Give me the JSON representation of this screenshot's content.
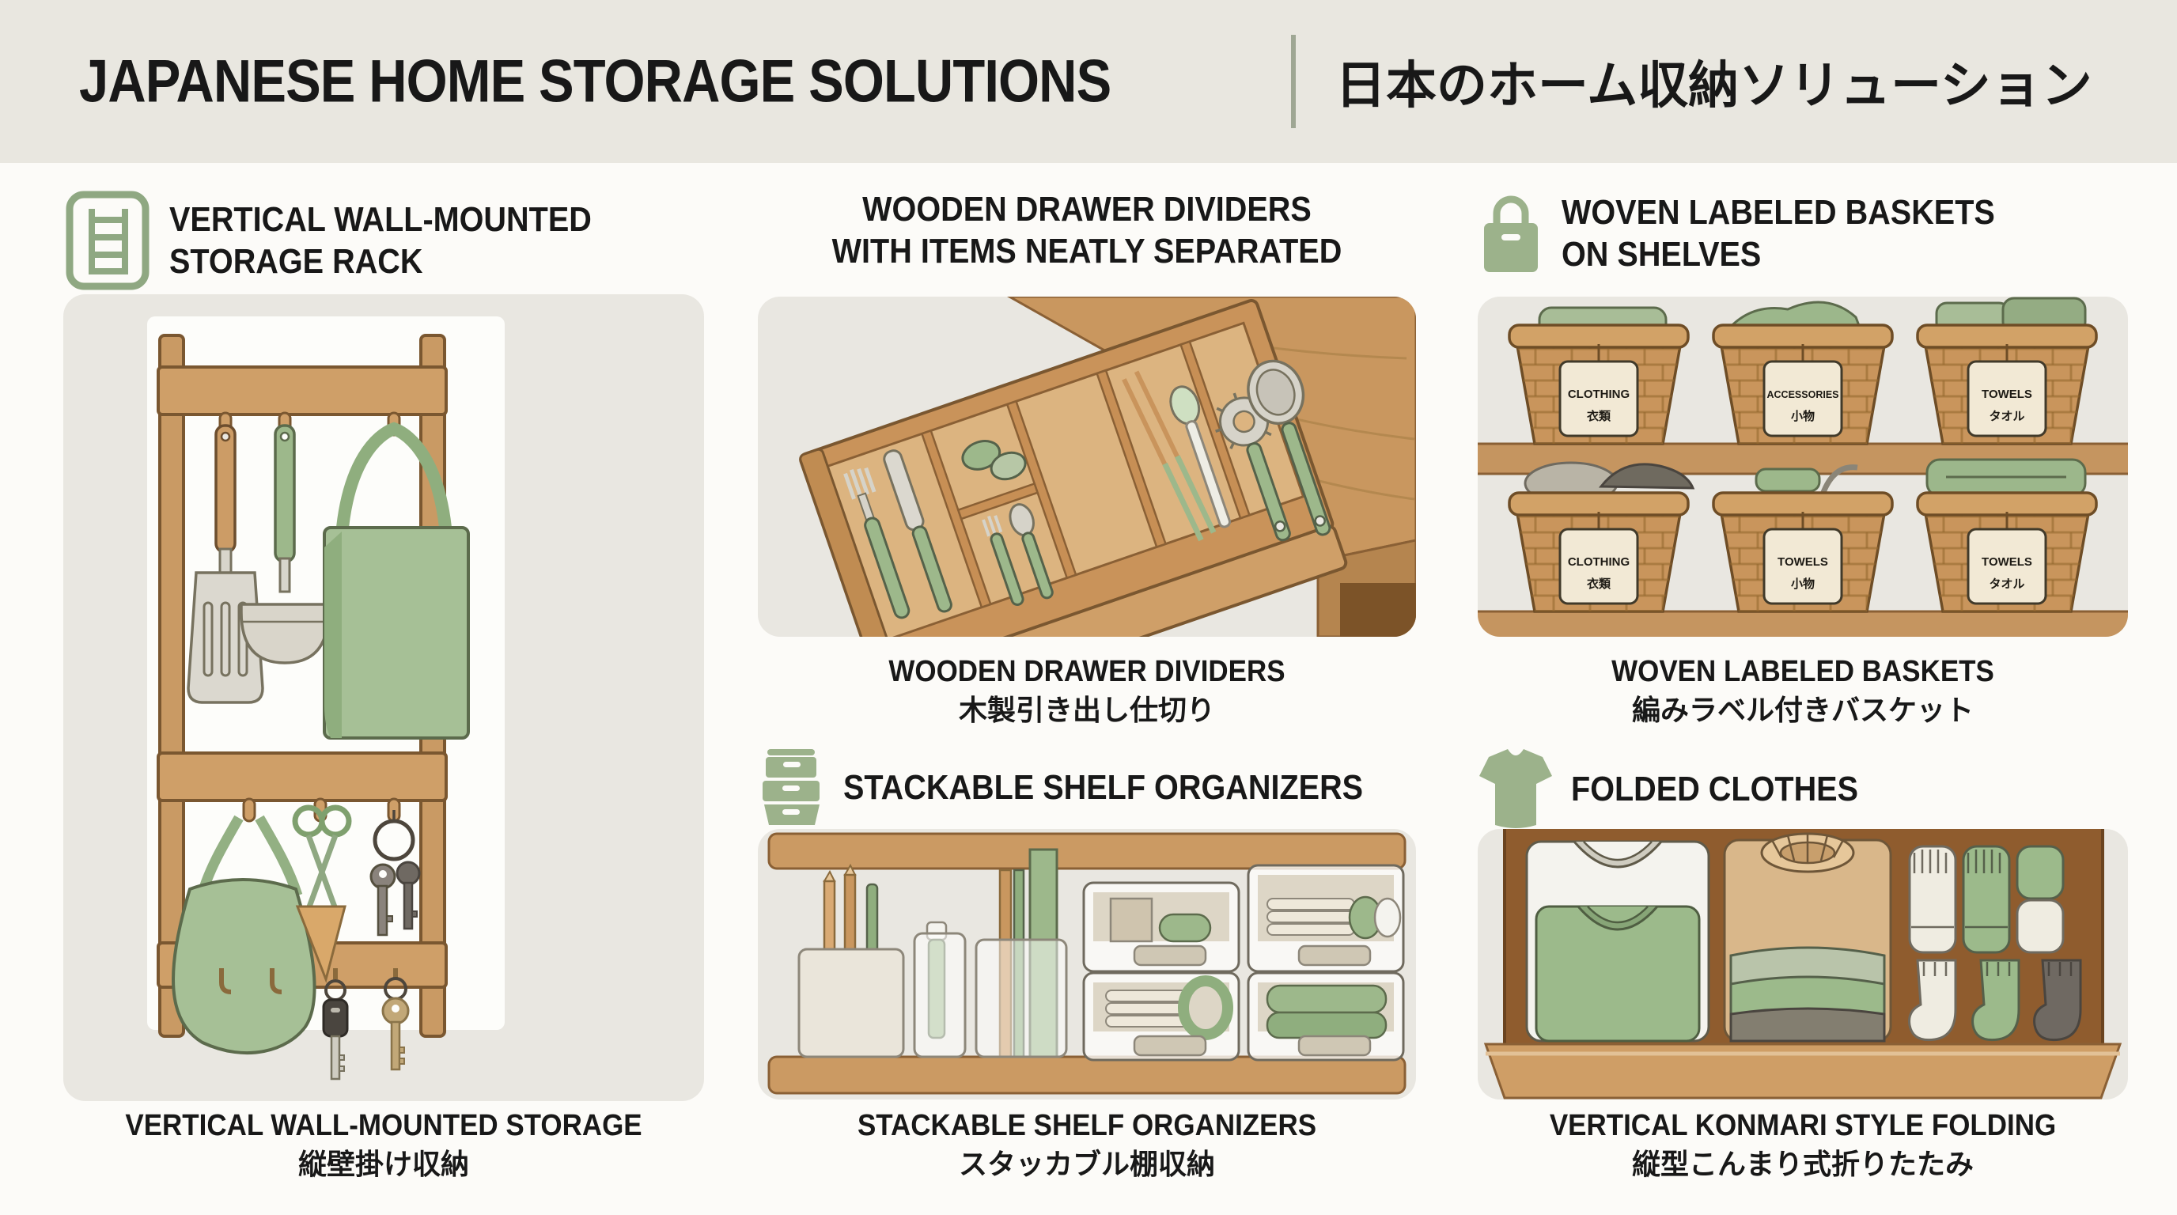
{
  "palette": {
    "page_bg": "#fcfbf8",
    "header_bg": "#e9e7e0",
    "card_bg": "#e9e7e1",
    "text": "#181818",
    "accent_green": "#9cb28b",
    "wood": "#c9975f",
    "wood_dark": "#8a5a2e",
    "label_cream": "#f2e9d5",
    "divider": "#9fa794"
  },
  "header": {
    "title_en": "JAPANESE HOME STORAGE SOLUTIONS",
    "title_ja": "日本のホーム収納ソリューション"
  },
  "sections": {
    "rack": {
      "icon": "ladder-icon",
      "heading1": "VERTICAL WALL-MOUNTED",
      "heading2": "STORAGE RACK",
      "caption_en": "VERTICAL WALL-MOUNTED STORAGE",
      "caption_ja": "縦壁掛け収納"
    },
    "drawer": {
      "heading1": "WOODEN DRAWER DIVIDERS",
      "heading2": "WITH ITEMS NEATLY SEPARATED",
      "caption_en": "WOODEN DRAWER DIVIDERS",
      "caption_ja": "木製引き出し仕切り"
    },
    "shelf": {
      "icon": "stacked-bins-icon",
      "heading": "STACKABLE SHELF ORGANIZERS",
      "caption_en": "STACKABLE SHELF ORGANIZERS",
      "caption_ja": "スタッカブル棚収納"
    },
    "baskets": {
      "icon": "basket-icon",
      "heading1": "WOVEN LABELED BASKETS",
      "heading2": "ON SHELVES",
      "caption_en": "WOVEN LABELED BASKETS",
      "caption_ja": "編みラベル付きバスケット",
      "labels": [
        [
          {
            "en": "CLOTHING",
            "ja": "衣類"
          },
          {
            "en": "ACCESSORIES",
            "ja": "小物"
          },
          {
            "en": "TOWELS",
            "ja": "タオル"
          }
        ],
        [
          {
            "en": "CLOTHING",
            "ja": "衣類"
          },
          {
            "en": "TOWELS",
            "ja": "小物"
          },
          {
            "en": "TOWELS",
            "ja": "タオル"
          }
        ]
      ]
    },
    "folding": {
      "icon": "tshirt-icon",
      "heading": "FOLDED CLOTHES",
      "caption_en": "VERTICAL KONMARI STYLE FOLDING",
      "caption_ja": "縦型こんまり式折りたたみ"
    }
  }
}
